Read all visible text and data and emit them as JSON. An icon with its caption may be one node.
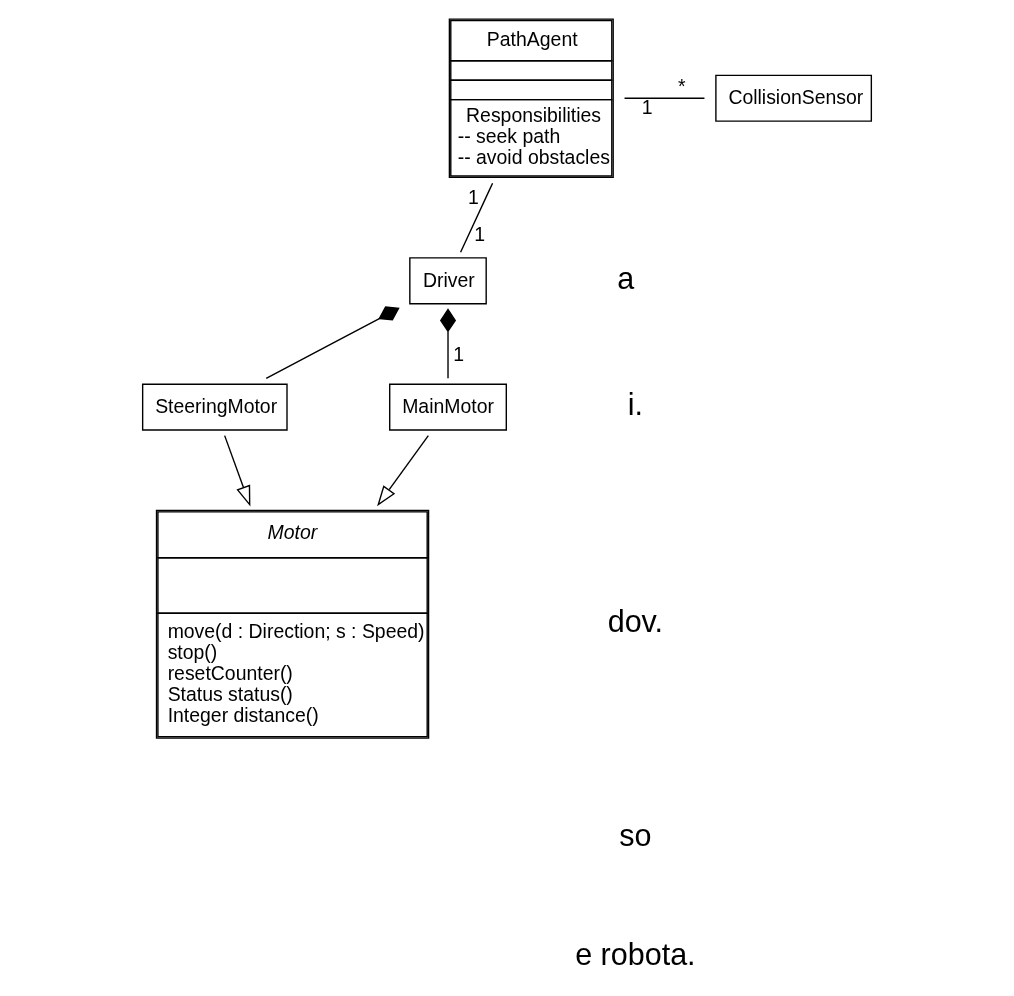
{
  "diagram": {
    "nodes": [
      {
        "text": [
          "PathAgent",
          "Responsibilities",
          "-- seek path -- avoid obstacles"
        ]
      },
      {
        "text": [
          "CollisionSensor"
        ]
      },
      {
        "text": [
          "Driver"
        ]
      },
      {
        "text": [
          "SteeringMotor"
        ]
      },
      {
        "text": [
          "MainMotor"
        ]
      },
      {
        "text": [
          "Motor",
          "move(d : Direction; s : Speed) stop() resetCounter() Status status() Integer distance()"
        ]
      }
    ],
    "edges": [
      {
        "from": 0,
        "to": 1,
        "arrow": "none"
      },
      {
        "from": 0,
        "to": 2,
        "arrow": "none"
      },
      {
        "from": 2,
        "to": 3,
        "arrow": "other"
      },
      {
        "from": 2,
        "to": 4,
        "arrow": "other"
      },
      {
        "from": 3,
        "to": 5,
        "arrow": "to"
      },
      {
        "from": 4,
        "to": 5,
        "arrow": "to"
      }
    ],
    "labels": [
      "1",
      "*",
      "1",
      "1",
      "a",
      "i.",
      "1",
      "dov.",
      "so",
      "e robota."
    ]
  }
}
